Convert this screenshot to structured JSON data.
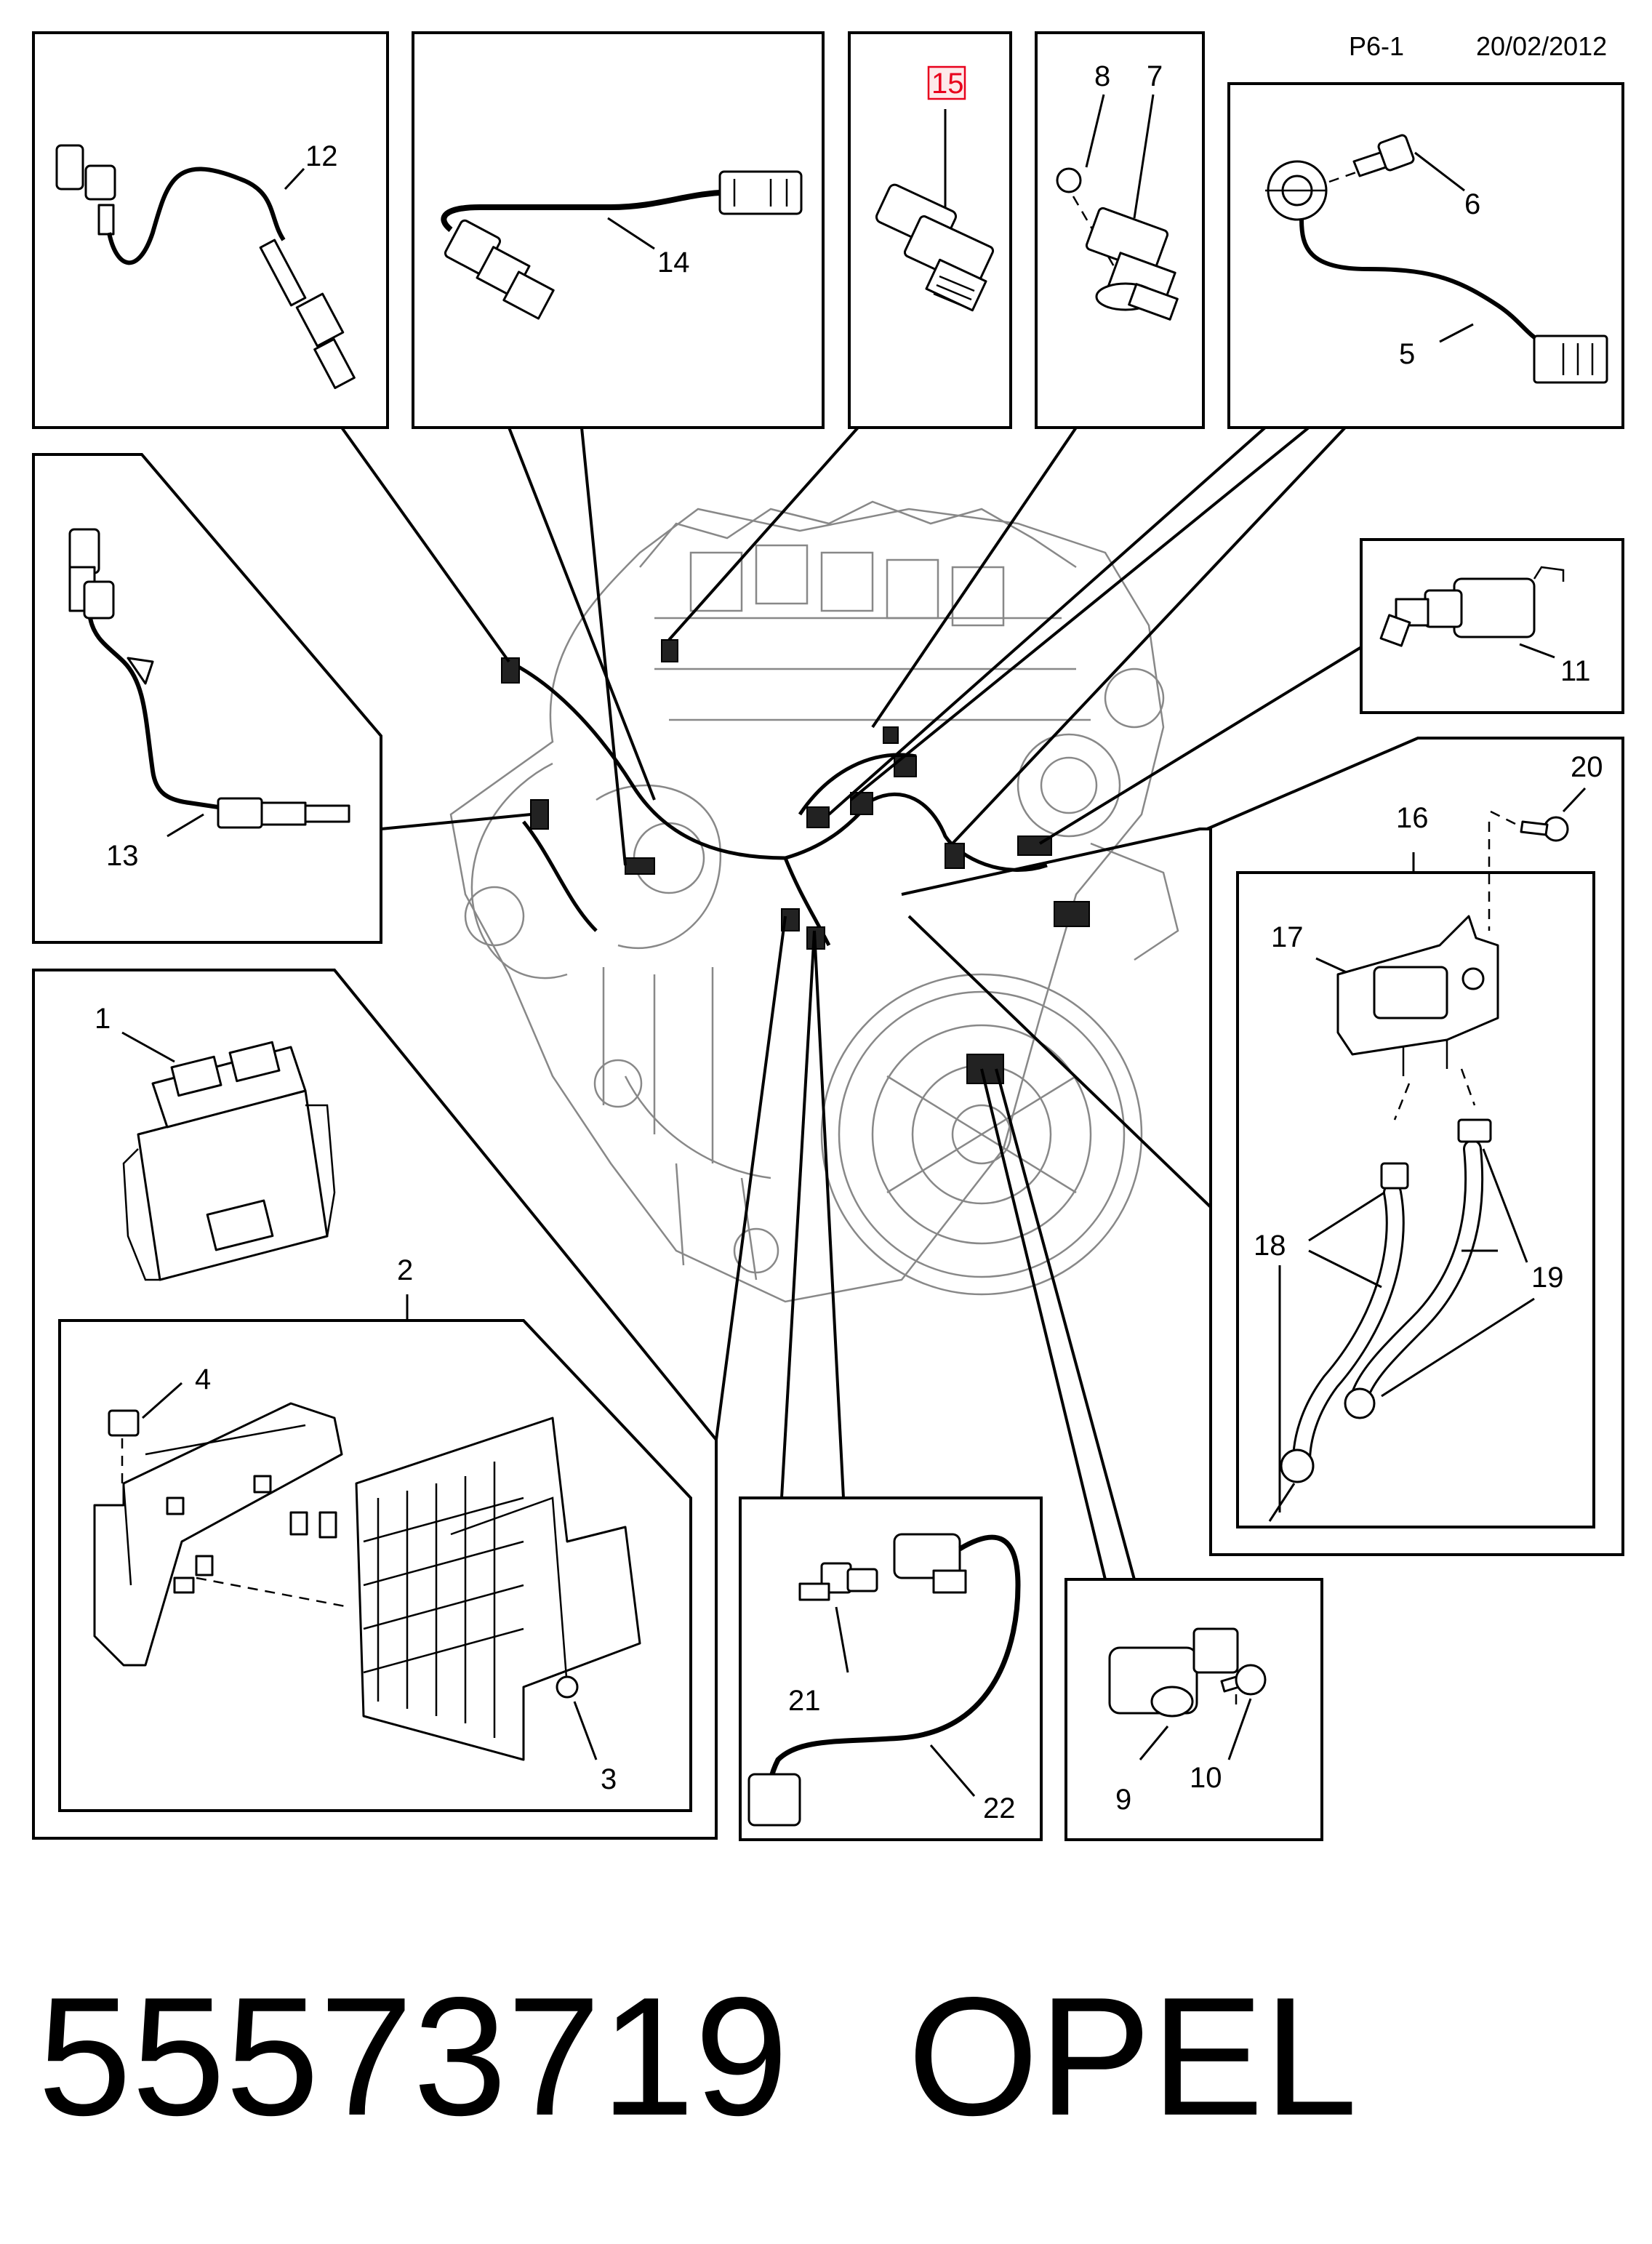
{
  "header": {
    "page_ref": "P6-1",
    "date": "20/02/2012"
  },
  "part_label": {
    "number": "55573719",
    "brand": "OPEL"
  },
  "highlighted_callout": "15",
  "callouts": {
    "c1": "1",
    "c2": "2",
    "c3": "3",
    "c4": "4",
    "c5": "5",
    "c6": "6",
    "c7": "7",
    "c8": "8",
    "c9": "9",
    "c10": "10",
    "c11": "11",
    "c12": "12",
    "c13": "13",
    "c14": "14",
    "c15": "15",
    "c16": "16",
    "c17": "17",
    "c18": "18",
    "c19": "19",
    "c20": "20",
    "c21": "21",
    "c22": "22"
  },
  "colors": {
    "highlight_stroke": "#e8001c",
    "highlight_fill": "#fde9ea",
    "line": "#000000",
    "engine_line": "#888888"
  }
}
